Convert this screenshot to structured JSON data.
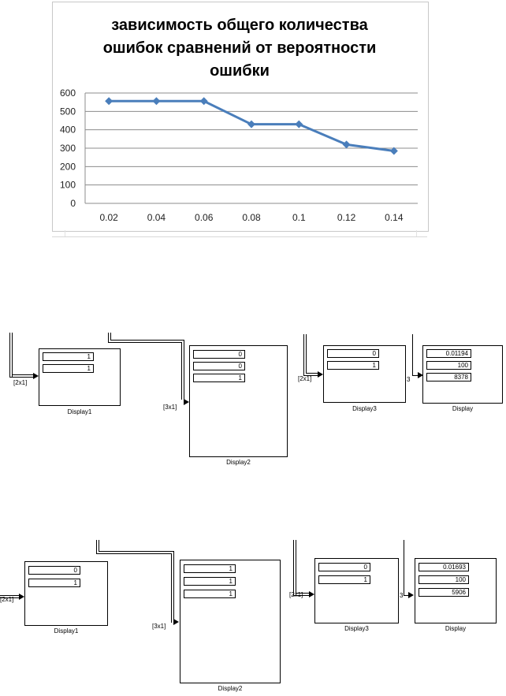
{
  "chart_data": {
    "type": "line",
    "title_lines": [
      "зависимость общего количества",
      "ошибок сравнений от вероятности",
      "ошибки"
    ],
    "categories": [
      "0.02",
      "0.04",
      "0.06",
      "0.08",
      "0.1",
      "0.12",
      "0.14"
    ],
    "series": [
      {
        "values": [
          556,
          556,
          556,
          430,
          430,
          320,
          285
        ]
      }
    ],
    "y_ticks": [
      "0",
      "100",
      "200",
      "300",
      "400",
      "500",
      "600"
    ],
    "ylim": [
      0,
      600
    ],
    "grid": true,
    "legend": "none",
    "series_color": "#4a7ebb",
    "grid_color": "#8c8c8c"
  },
  "diagram1": {
    "display1": {
      "label": "Display1",
      "values": [
        "1",
        "1"
      ],
      "signal": "[2x1]"
    },
    "display2": {
      "label": "Display2",
      "values": [
        "0",
        "0",
        "1"
      ],
      "signal": "[3x1]"
    },
    "display3": {
      "label": "Display3",
      "values": [
        "0",
        "1"
      ],
      "signal": "[2x1]"
    },
    "display": {
      "label": "Display",
      "values": [
        "0.01194",
        "100",
        "8378"
      ],
      "signal": "3"
    }
  },
  "diagram2": {
    "display1": {
      "label": "Display1",
      "values": [
        "0",
        "1"
      ],
      "signal": "[2x1]"
    },
    "display2": {
      "label": "Display2",
      "values": [
        "1",
        "1",
        "1"
      ],
      "signal": "[3x1]"
    },
    "display3": {
      "label": "Display3",
      "values": [
        "0",
        "1"
      ],
      "signal": "[2x1]"
    },
    "display": {
      "label": "Display",
      "values": [
        "0.01693",
        "100",
        "5906"
      ],
      "signal": "3"
    }
  }
}
